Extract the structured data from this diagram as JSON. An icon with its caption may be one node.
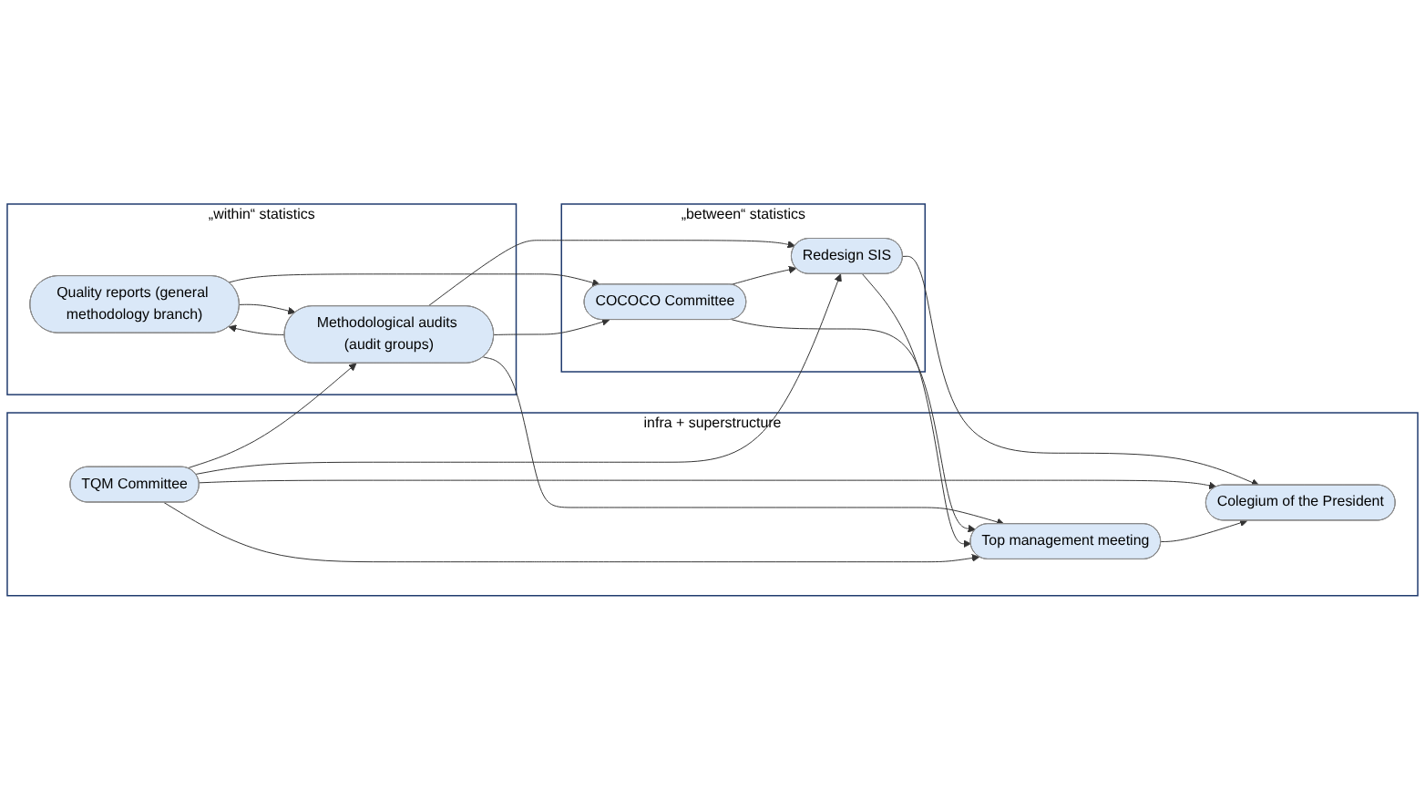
{
  "diagram": {
    "nodes": [
      {
        "text": [
          "„within“ statistics"
        ]
      },
      {
        "text": [
          "Quality reports (general methodology branch)"
        ],
        "in": 0
      },
      {
        "text": [
          "Methodological audits (audit groups)"
        ],
        "in": 0
      },
      {
        "text": [
          "„between“ statistics"
        ]
      },
      {
        "text": [
          "COCOCO Committee"
        ],
        "in": 3
      },
      {
        "text": [
          "Redesign SIS"
        ],
        "in": 3
      },
      {
        "text": [
          "infra + superstructure"
        ]
      },
      {
        "text": [
          "Top management meeting"
        ],
        "in": 6
      },
      {
        "text": [
          "Colegium of the President"
        ],
        "in": 6
      },
      {
        "text": [
          "TQM Committee"
        ],
        "in": 6
      }
    ],
    "edges": [
      {
        "from": 1,
        "to": 4,
        "arrow": "to"
      },
      {
        "from": 2,
        "to": 1,
        "arrow": "to"
      },
      {
        "from": 1,
        "to": 2,
        "arrow": "to"
      },
      {
        "from": 2,
        "to": 7,
        "arrow": "to"
      },
      {
        "from": 2,
        "to": 4,
        "arrow": "to"
      },
      {
        "from": 2,
        "to": 5,
        "arrow": "to"
      },
      {
        "from": 4,
        "to": 7,
        "arrow": "to"
      },
      {
        "from": 4,
        "to": 5,
        "arrow": "to"
      },
      {
        "from": 5,
        "to": 7,
        "arrow": "to"
      },
      {
        "from": 5,
        "to": 8,
        "arrow": "to"
      },
      {
        "from": 9,
        "to": 5,
        "arrow": "to"
      },
      {
        "from": 9,
        "to": 8,
        "arrow": "to"
      },
      {
        "from": 7,
        "to": 8,
        "arrow": "to"
      },
      {
        "from": 9,
        "to": 7,
        "arrow": "to"
      },
      {
        "from": 9,
        "to": 2,
        "arrow": "to"
      }
    ]
  }
}
